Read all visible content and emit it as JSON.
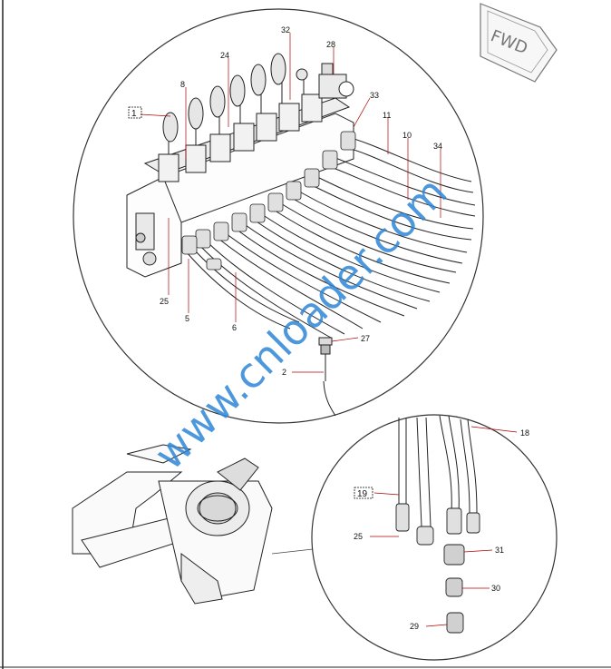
{
  "fwd_badge": "FWD",
  "watermark": "www.cnloader.com",
  "callouts_top": {
    "c1": "1",
    "c8": "8",
    "c24": "24",
    "c32": "32",
    "c28": "28",
    "c33": "33",
    "c11": "11",
    "c10": "10",
    "c34": "34",
    "c25": "25",
    "c5": "5",
    "c6": "6",
    "c27": "27",
    "c2": "2"
  },
  "callouts_detail": {
    "c18": "18",
    "c19": "19",
    "c25": "25",
    "c31": "31",
    "c30": "30",
    "c29": "29"
  },
  "colors": {
    "line": "#111111",
    "callout_line": "#b00000",
    "watermark": "#2e86d6"
  }
}
